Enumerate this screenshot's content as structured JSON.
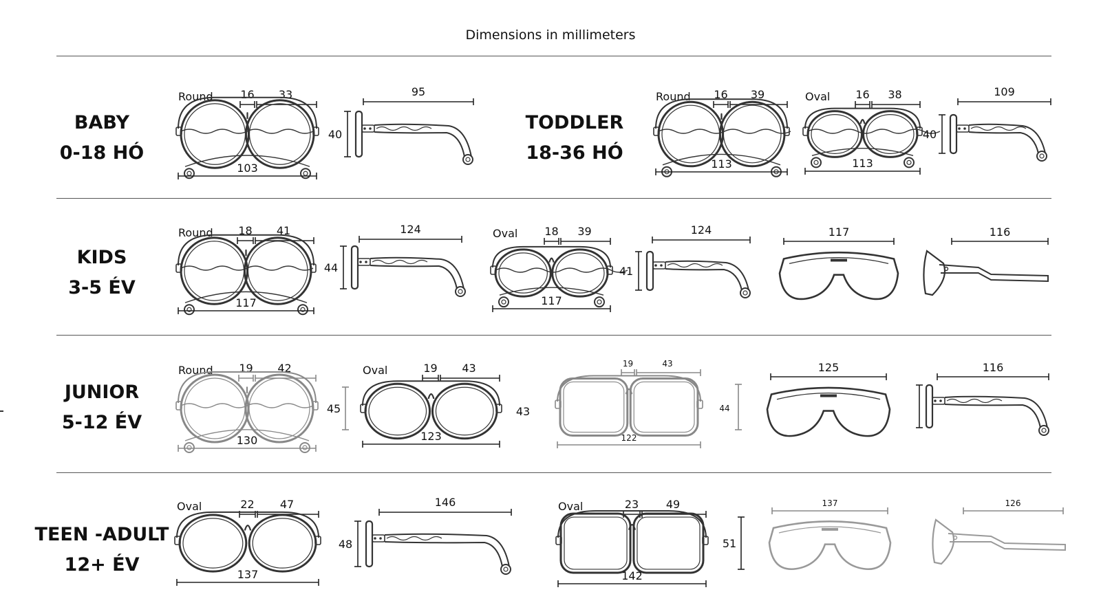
{
  "header": "Dimensions in millimeters",
  "sections": [
    {
      "line1": "BABY",
      "line2": "0-18 HÓ"
    },
    {
      "line1": "TODDLER",
      "line2": "18-36 HÓ"
    },
    {
      "line1": "KIDS",
      "line2": "3-5 ÉV"
    },
    {
      "line1": "JUNIOR",
      "line2": "5-12 ÉV"
    },
    {
      "line1": "TEEN -ADULT",
      "line2": "12+ ÉV"
    }
  ],
  "frames": {
    "baby_round": {
      "shape": "Round",
      "bridge": "16",
      "lens": "33",
      "width": "103"
    },
    "baby_side": {
      "height": "40",
      "temple": "95"
    },
    "toddler_round": {
      "shape": "Round",
      "bridge": "16",
      "lens": "39",
      "width": "113"
    },
    "toddler_oval": {
      "shape": "Oval",
      "bridge": "16",
      "lens": "38",
      "width": "113"
    },
    "toddler_side": {
      "height": "40",
      "temple": "109"
    },
    "kids_round": {
      "shape": "Round",
      "bridge": "18",
      "lens": "41",
      "width": "117"
    },
    "kids_side1": {
      "height": "44",
      "temple": "124"
    },
    "kids_oval": {
      "shape": "Oval",
      "bridge": "18",
      "lens": "39",
      "width": "117"
    },
    "kids_side2": {
      "height": "41",
      "temple": "124"
    },
    "kids_sport": {
      "width": "117"
    },
    "kids_sport_side": {
      "temple": "116"
    },
    "junior_round": {
      "shape": "Round",
      "bridge": "19",
      "lens": "42",
      "width": "130",
      "height": "45"
    },
    "junior_oval": {
      "shape": "Oval",
      "bridge": "19",
      "lens": "43",
      "width": "123",
      "height": "43"
    },
    "junior_square": {
      "bridge": "19",
      "lens": "43",
      "width": "122",
      "height": "44"
    },
    "junior_sport": {
      "width": "125"
    },
    "junior_sport_side": {
      "temple": "116"
    },
    "teen_oval": {
      "shape": "Oval",
      "bridge": "22",
      "lens": "47",
      "width": "137"
    },
    "teen_side": {
      "height": "48",
      "temple": "146"
    },
    "teen_square": {
      "shape": "Oval",
      "bridge": "23",
      "lens": "49",
      "width": "142",
      "height": "51"
    },
    "teen_sport": {
      "width": "137"
    },
    "teen_sport_side": {
      "temple": "126"
    }
  }
}
